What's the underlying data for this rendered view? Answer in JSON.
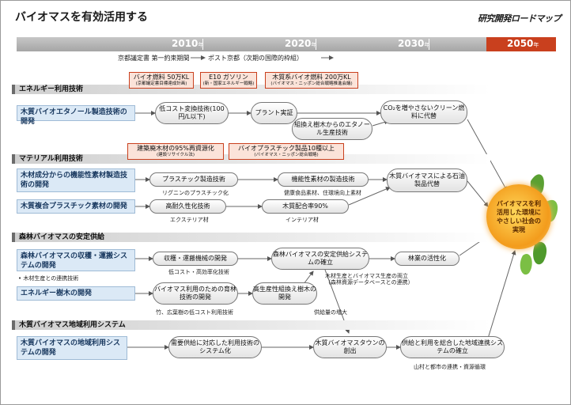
{
  "title": "バイオマスを有効活用する",
  "roadmap_label": "研究開発ロードマップ",
  "timeline": {
    "years": [
      "2010",
      "2020",
      "2030",
      "2050"
    ],
    "year_suffix": "年",
    "phase1": "京都議定書 第一約束期間",
    "phase2": "ポスト京都（次期の国際的枠組）"
  },
  "sections": {
    "energy": "エネルギー利用技術",
    "material": "マテリアル利用技術",
    "supply": "森林バイオマスの安定供給",
    "regional": "木質バイオマス地域利用システム"
  },
  "techs": {
    "ethanol": "木質バイオエタノール製造技術の開発",
    "material_func": "木材成分からの機能性素材製造技術の開発",
    "composite": "木質複合プラスチック素材の開発",
    "harvest": "森林バイオマスの収穫・運搬システムの開発",
    "harvest_note": "• 木材生産との連携技術",
    "energy_forest": "エネルギー樹木の開発",
    "regional_system": "木質バイオマスの地域利用システムの開発"
  },
  "targets": {
    "t1": "バイオ燃料 50万KL",
    "t1_sub": "(京都議定書目標達成計画)",
    "t2": "E10 ガソリン",
    "t2_sub": "(新・国家エネルギー戦略)",
    "t3": "木質系バイオ燃料 200万KL",
    "t3_sub": "(バイオマス・ニッポン総合戦略推進会議)",
    "t4": "建築廃木材の95%再資源化",
    "t4_sub": "(建設リサイクル法)",
    "t5": "バイオプラスチック製品10種以上",
    "t5_sub": "(バイオマス・ニッポン総合戦略)"
  },
  "nodes": {
    "low_cost": "低コスト変換技術(100円/L以下)",
    "plant": "プラント実証",
    "co2": "CO₂を増やさないクリーン燃料に代替",
    "recomb": "組換え樹木からのエタノール生産技術",
    "plastic": "プラスチック製造技術",
    "func_mat": "機能性素材の製造技術",
    "petro": "木質バイオマスによる石油製品代替",
    "durable": "高耐久性化技術",
    "wood90": "木質配合率90%",
    "harvest_machine": "収穫・運搬機械の開発",
    "stable": "森林バイオマスの安定供給システムの確立",
    "forestry": "林業の活性化",
    "breeding": "バイオマス利用のための育林技術の開発",
    "high_prod": "高生産性組換え樹木の開発",
    "demand": "需要供給に対応した利用技術のシステム化",
    "town": "木質バイオマスタウンの創出",
    "regional_link": "供給と利用を総合した地域連携システムの確立"
  },
  "annotations": {
    "lignin": "リグニンのプラスチック化",
    "health": "健康食品素材、住環境向上素材",
    "exterior": "エクステリア材",
    "interior": "インテリア材",
    "lowcost_harvest": "低コスト・高効率化技術",
    "bamboo": "竹、広葉樹の低コスト利用技術",
    "coexist": "木材生産とバイオマス生産の両立（森林資源データベースとの連携）",
    "supply_up": "供給量の増大",
    "village": "山村と都市の連携・資源循環"
  },
  "goal": "バイオマスを利活用した環境にやさしい社会の実現",
  "colors": {
    "accent_red": "#c9401e",
    "tech_blue": "#dbe9f6",
    "goal_orange": "#f39c1c",
    "leaf_green": "#5aa032"
  }
}
